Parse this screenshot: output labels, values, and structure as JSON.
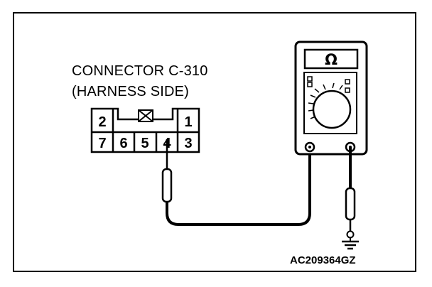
{
  "connector": {
    "line1": "CONNECTOR C-310",
    "line2": "(HARNESS SIDE)",
    "pins": [
      {
        "label": "2"
      },
      {
        "label": "1"
      },
      {
        "label": "7"
      },
      {
        "label": "6"
      },
      {
        "label": "5"
      },
      {
        "label": "4"
      },
      {
        "label": "3"
      }
    ]
  },
  "meter": {
    "display": "Ω"
  },
  "figure_code": "AC209364GZ"
}
